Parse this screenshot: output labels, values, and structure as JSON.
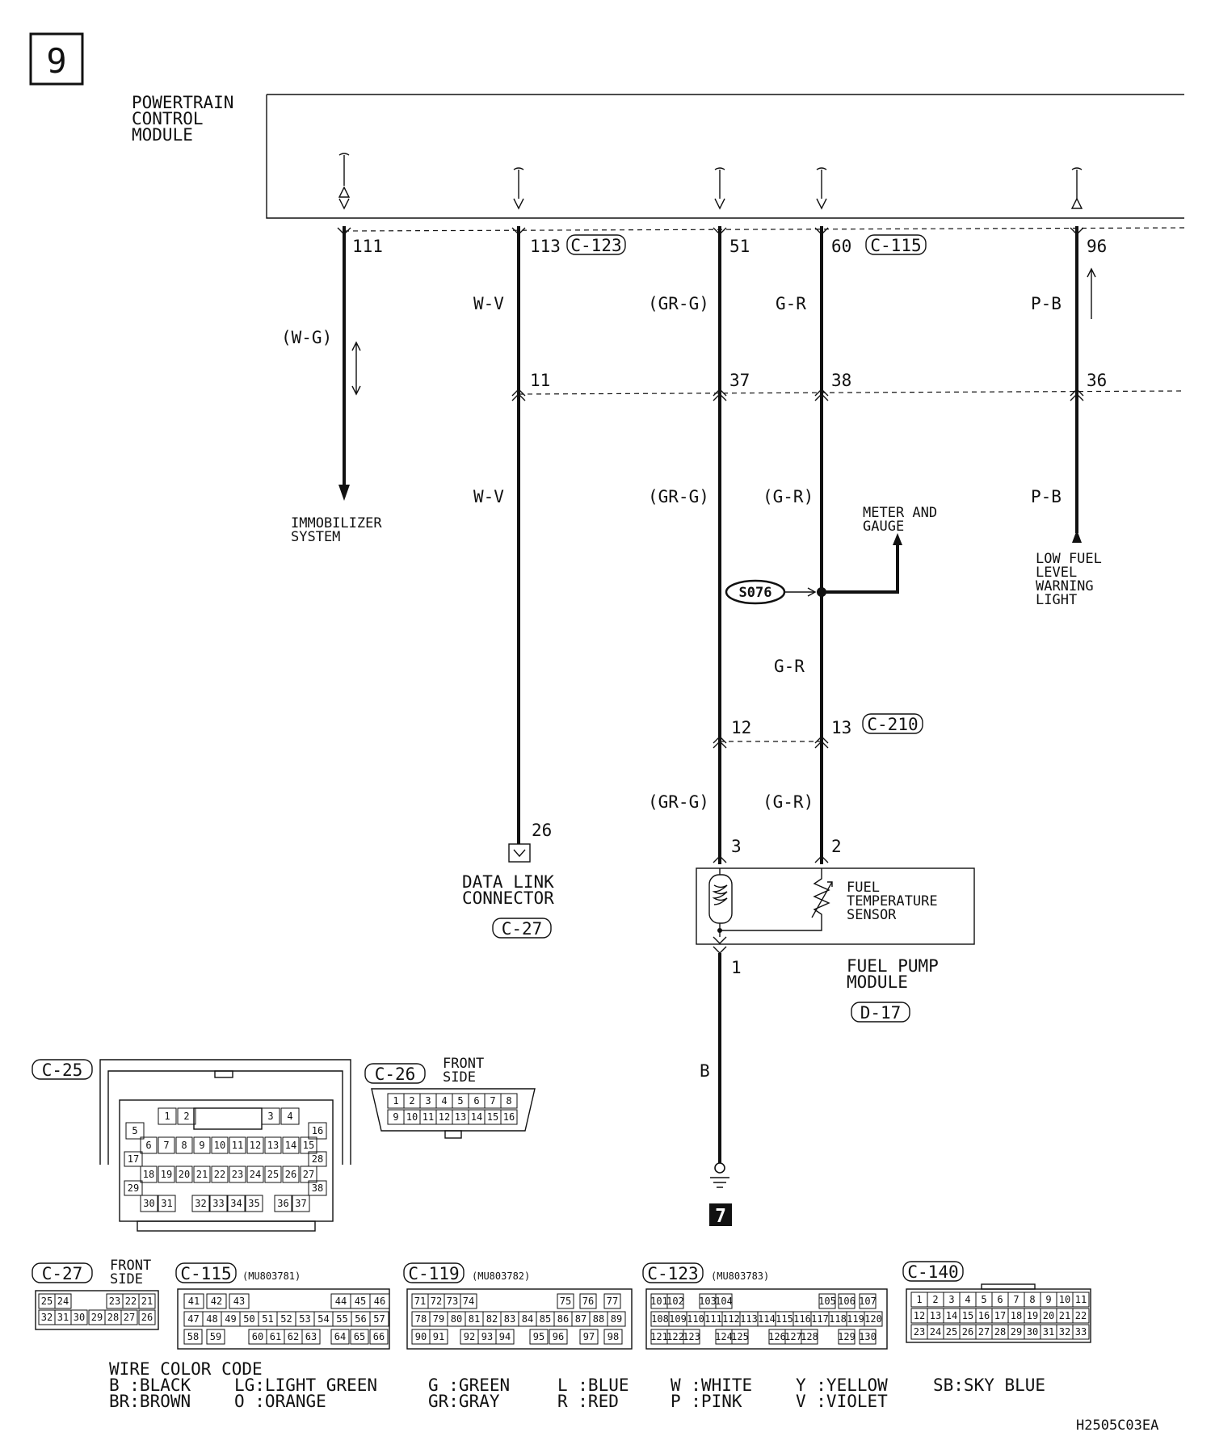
{
  "page_number": "9",
  "module_title": [
    "POWERTRAIN",
    "CONTROL",
    "MODULE"
  ],
  "wires": [
    {
      "pin_top": "111",
      "color_upper": "(W-G)",
      "destination": [
        "IMMOBILIZER",
        "SYSTEM"
      ]
    },
    {
      "pin_top": "113",
      "connector_top": "C-123",
      "color_upper": "W-V",
      "junction_pin": "11",
      "color_lower": "W-V",
      "pin_bottom": "26",
      "destination": [
        "DATA LINK",
        "CONNECTOR"
      ],
      "destination_connector": "C-27"
    },
    {
      "pin_top": "51",
      "color_upper": "(GR-G)",
      "junction_pin": "37",
      "color_lower": "(GR-G)",
      "pin_c210": "12",
      "color_bottom": "(GR-G)",
      "pin_module": "3",
      "pin_ground_side": "1",
      "color_ground": "B"
    },
    {
      "pin_top": "60",
      "connector_top": "C-115",
      "color_upper": "G-R",
      "junction_pin": "38",
      "color_lower": "(G-R)",
      "splice": "S076",
      "color_after_splice": "G-R",
      "pin_c210": "13",
      "connector_c210": "C-210",
      "color_bottom": "(G-R)",
      "pin_module": "2"
    },
    {
      "pin_top": "96",
      "color_upper": "P-B",
      "junction_pin": "36",
      "color_lower": "P-B",
      "destination": [
        "LOW FUEL",
        "LEVEL",
        "WARNING",
        "LIGHT"
      ]
    }
  ],
  "meter_label": [
    "METER AND",
    "GAUGE"
  ],
  "sensor_label": [
    "FUEL",
    "TEMPERATURE",
    "SENSOR"
  ],
  "module_label": [
    "FUEL PUMP",
    "MODULE"
  ],
  "module_connector": "D-17",
  "ground_ref": "7",
  "connector_c25": {
    "name": "C-25",
    "rows": [
      [
        "1",
        "2",
        "3",
        "4"
      ],
      [
        "5",
        "16"
      ],
      [
        "6",
        "7",
        "8",
        "9",
        "10",
        "11",
        "12",
        "13",
        "14",
        "15"
      ],
      [
        "17",
        "28"
      ],
      [
        "18",
        "19",
        "20",
        "21",
        "22",
        "23",
        "24",
        "25",
        "26",
        "27"
      ],
      [
        "29",
        "38"
      ],
      [
        "30",
        "31",
        "32",
        "33",
        "34",
        "35",
        "36",
        "37"
      ]
    ]
  },
  "connector_c26": {
    "name": "C-26",
    "side": [
      "FRONT",
      "SIDE"
    ],
    "rows": [
      [
        "1",
        "2",
        "3",
        "4",
        "5",
        "6",
        "7",
        "8"
      ],
      [
        "9",
        "10",
        "11",
        "12",
        "13",
        "14",
        "15",
        "16"
      ]
    ]
  },
  "connector_c27": {
    "name": "C-27",
    "side": [
      "FRONT",
      "SIDE"
    ],
    "rows": [
      [
        "25",
        "24",
        "23",
        "22",
        "21"
      ],
      [
        "32",
        "31",
        "30",
        "29",
        "28",
        "27",
        "26"
      ]
    ]
  },
  "connector_c115": {
    "name": "C-115",
    "part": "(MU803781)",
    "rows": [
      [
        "41",
        "42",
        "43",
        "44",
        "45",
        "46"
      ],
      [
        "47",
        "48",
        "49",
        "50",
        "51",
        "52",
        "53",
        "54",
        "55",
        "56",
        "57"
      ],
      [
        "58",
        "59",
        "60",
        "61",
        "62",
        "63",
        "64",
        "65",
        "66"
      ]
    ]
  },
  "connector_c119": {
    "name": "C-119",
    "part": "(MU803782)",
    "rows": [
      [
        "71",
        "72",
        "73",
        "74",
        "75",
        "76",
        "77"
      ],
      [
        "78",
        "79",
        "80",
        "81",
        "82",
        "83",
        "84",
        "85",
        "86",
        "87",
        "88",
        "89"
      ],
      [
        "90",
        "91",
        "92",
        "93",
        "94",
        "95",
        "96",
        "97",
        "98"
      ]
    ]
  },
  "connector_c123": {
    "name": "C-123",
    "part": "(MU803783)",
    "rows": [
      [
        "101",
        "102",
        "103",
        "104",
        "105",
        "106",
        "107"
      ],
      [
        "108",
        "109",
        "110",
        "111",
        "112",
        "113",
        "114",
        "115",
        "116",
        "117",
        "118",
        "119",
        "120"
      ],
      [
        "121",
        "122",
        "123",
        "124",
        "125",
        "126",
        "127",
        "128",
        "129",
        "130"
      ]
    ]
  },
  "connector_c140": {
    "name": "C-140",
    "rows": [
      [
        "1",
        "2",
        "3",
        "4",
        "5",
        "6",
        "7",
        "8",
        "9",
        "10",
        "11"
      ],
      [
        "12",
        "13",
        "14",
        "15",
        "16",
        "17",
        "18",
        "19",
        "20",
        "21",
        "22"
      ],
      [
        "23",
        "24",
        "25",
        "26",
        "27",
        "28",
        "29",
        "30",
        "31",
        "32",
        "33"
      ]
    ]
  },
  "color_code": {
    "title": "WIRE COLOR CODE",
    "columns": [
      [
        "B :BLACK",
        "BR:BROWN"
      ],
      [
        "LG:LIGHT GREEN",
        "O :ORANGE"
      ],
      [
        "G :GREEN",
        "GR:GRAY"
      ],
      [
        "L :BLUE",
        "R :RED"
      ],
      [
        "W :WHITE",
        "P :PINK"
      ],
      [
        "Y :YELLOW",
        "V :VIOLET"
      ],
      [
        "SB:SKY BLUE",
        ""
      ]
    ]
  },
  "figure_code": "H2505C03EA"
}
